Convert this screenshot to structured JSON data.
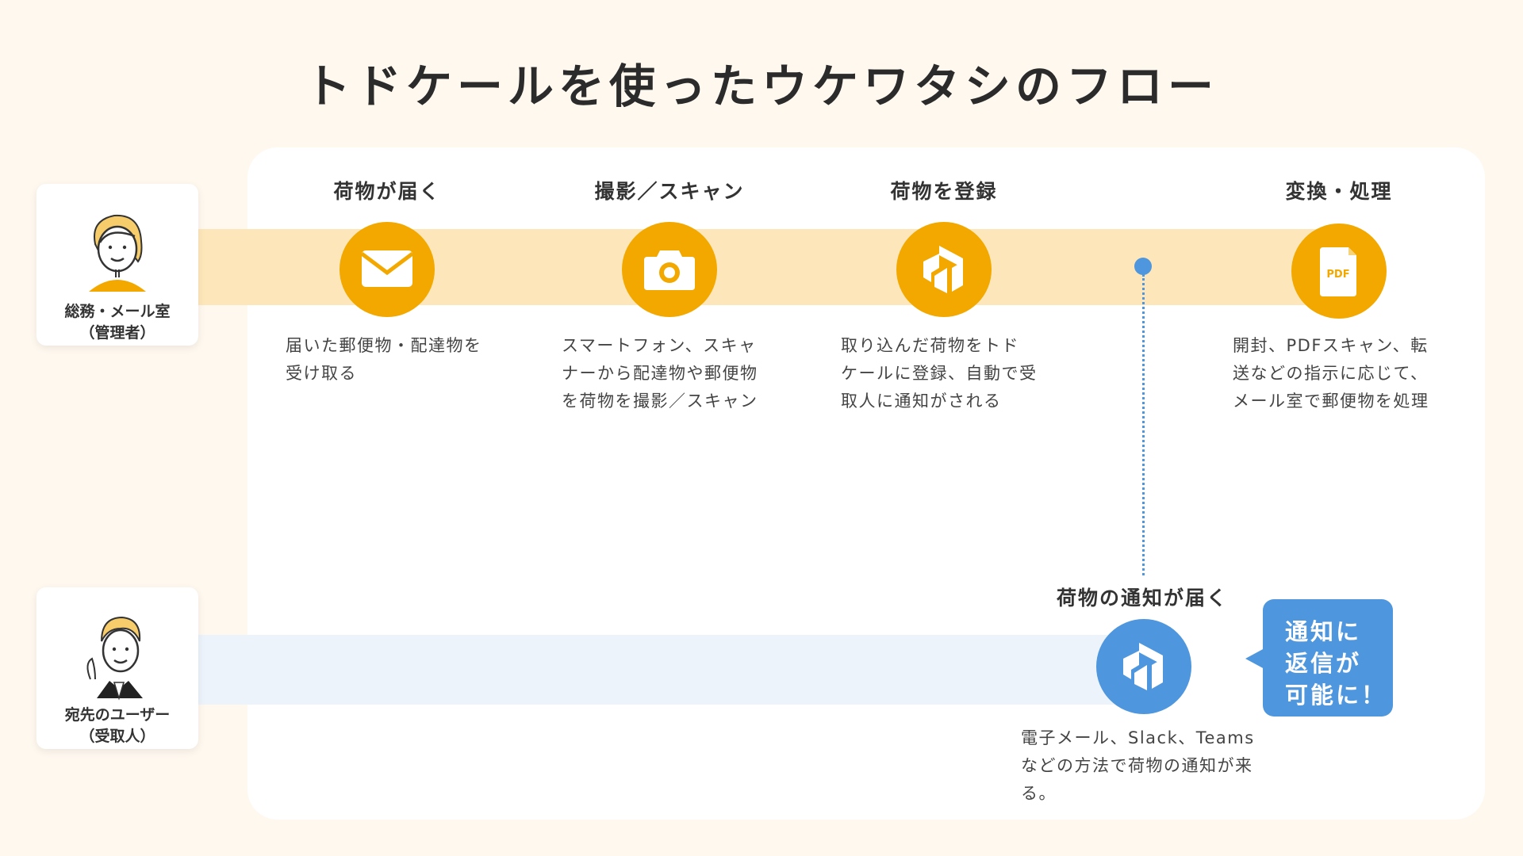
{
  "title": "トドケールを使ったウケワタシのフロー",
  "personas": {
    "admin": {
      "line1": "総務・メール室",
      "line2": "（管理者）"
    },
    "user": {
      "line1": "宛先のユーザー",
      "line2": "（受取人）"
    }
  },
  "steps": [
    {
      "title": "荷物が届く",
      "icon": "envelope-icon",
      "desc": [
        "届いた郵便物・配達物を",
        "受け取る"
      ]
    },
    {
      "title": "撮影／スキャン",
      "icon": "camera-icon",
      "desc": [
        "スマートフォン、スキャ",
        "ナーから配達物や郵便物",
        "を荷物を撮影／スキャン"
      ]
    },
    {
      "title": "荷物を登録",
      "icon": "todocale-logo-icon",
      "desc": [
        "取り込んだ荷物をトド",
        "ケールに登録、自動で受",
        "取人に通知がされる"
      ]
    },
    {
      "title": "変換・処理",
      "icon": "pdf-icon",
      "desc": [
        "開封、PDFスキャン、転",
        "送などの指示に応じて、",
        "メール室で郵便物を処理"
      ]
    }
  ],
  "notification": {
    "title": "荷物の通知が届く",
    "icon": "todocale-logo-icon",
    "desc": [
      "電子メール、Slack、Teams",
      "などの方法で荷物の通知が来",
      "る。"
    ]
  },
  "bubble": {
    "line1": "通知に",
    "line2": "返信が",
    "line3": "可能に！"
  },
  "colors": {
    "background": "#fff8ef",
    "accent_orange": "#f3a800",
    "band_orange": "#fde7ba",
    "accent_blue": "#4e96dd",
    "band_blue": "#edf3fb"
  }
}
